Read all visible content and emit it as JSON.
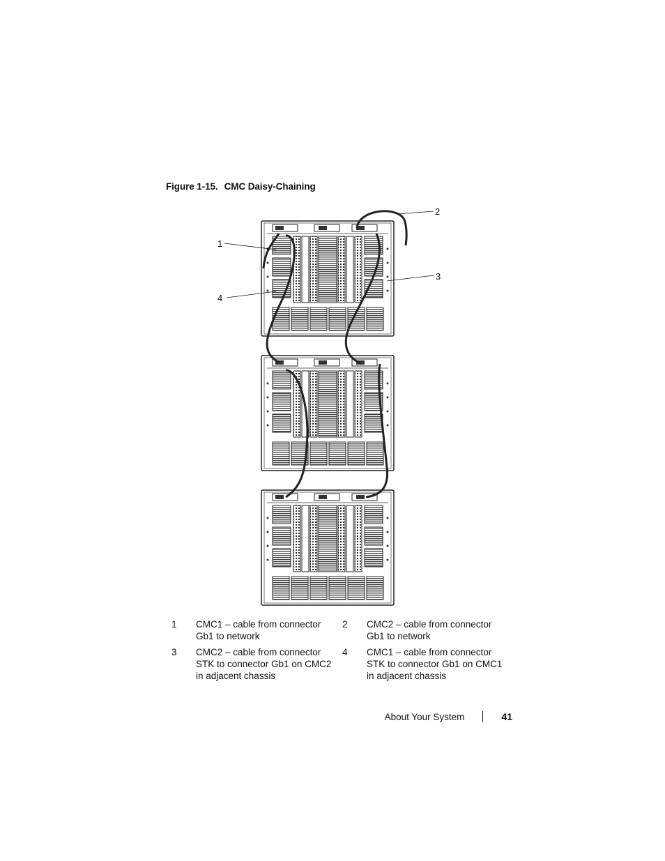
{
  "figure": {
    "number": "Figure 1-15.",
    "title": "CMC Daisy-Chaining",
    "callouts": [
      "1",
      "2",
      "3",
      "4"
    ]
  },
  "legend": [
    {
      "num": "1",
      "text": "CMC1 – cable from connector Gb1 to network"
    },
    {
      "num": "2",
      "text": "CMC2 – cable from connector Gb1 to network"
    },
    {
      "num": "3",
      "text": "CMC2 – cable from connector STK to connector Gb1 on CMC2 in adjacent chassis"
    },
    {
      "num": "4",
      "text": "CMC1 – cable from connector STK to connector Gb1 on CMC1 in adjacent chassis"
    }
  ],
  "footer": {
    "section": "About Your System",
    "page": "41"
  }
}
